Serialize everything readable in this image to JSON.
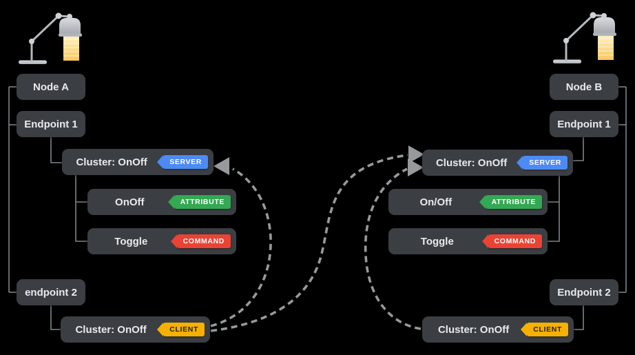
{
  "diagram": {
    "left": {
      "node": "Node A",
      "endpoint1": "Endpoint 1",
      "server_cluster": "Cluster: OnOff",
      "server_badge": "SERVER",
      "attribute": "OnOff",
      "attribute_badge": "ATTRIBUTE",
      "command": "Toggle",
      "command_badge": "COMMAND",
      "endpoint2": "endpoint 2",
      "client_cluster": "Cluster: OnOff",
      "client_badge": "CLIENT"
    },
    "right": {
      "node": "Node B",
      "endpoint1": "Endpoint 1",
      "server_cluster": "Cluster: OnOff",
      "server_badge": "SERVER",
      "attribute": "On/Off",
      "attribute_badge": "ATTRIBUTE",
      "command": "Toggle",
      "command_badge": "COMMAND",
      "endpoint2": "Endpoint 2",
      "client_cluster": "Cluster: OnOff",
      "client_badge": "CLIENT"
    },
    "icons": {
      "left_device": "desk-lamp-icon",
      "right_device": "desk-lamp-icon"
    },
    "connections": [
      {
        "from": "left client cluster",
        "to": "left server cluster",
        "style": "dashed-arrow"
      },
      {
        "from": "left client cluster",
        "to": "right server cluster",
        "style": "dashed-arrow"
      },
      {
        "from": "right client cluster",
        "to": "right server cluster",
        "style": "dashed-arrow"
      }
    ]
  },
  "colors": {
    "background": "#000000",
    "box-bg": "#3b3e42",
    "box-text": "#e8eaed",
    "badge-server": "#4d8af4",
    "badge-attribute": "#34a853",
    "badge-command": "#ea4335",
    "badge-client": "#f6b000",
    "badge-client-text": "#202124",
    "badge-text": "#ffffff",
    "connector": "#7f8489",
    "dash": "#97999c"
  }
}
